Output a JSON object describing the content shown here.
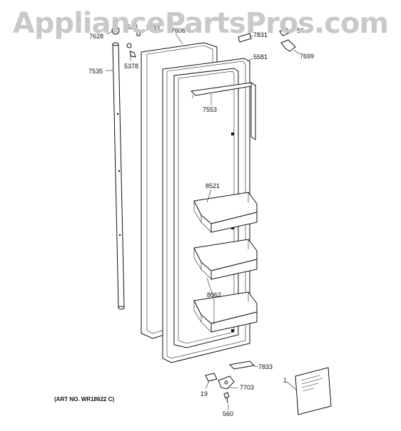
{
  "watermark": "AppliancePartsPros.com",
  "art_number": "(ART NO. WR18622 C)",
  "callouts": {
    "c7628": "7628",
    "c538": "538",
    "c7533": "7533",
    "c7606": "7606",
    "c7831": "7831",
    "c56": "56",
    "c7535": "7535",
    "c5378": "5378",
    "c5581": "5581",
    "c7699": "7699",
    "c7553": "7553",
    "c8521": "8521",
    "c8062": "8062",
    "c7833": "7833",
    "c1": "1",
    "c19": "19",
    "c7703": "7703",
    "c560": "560"
  }
}
